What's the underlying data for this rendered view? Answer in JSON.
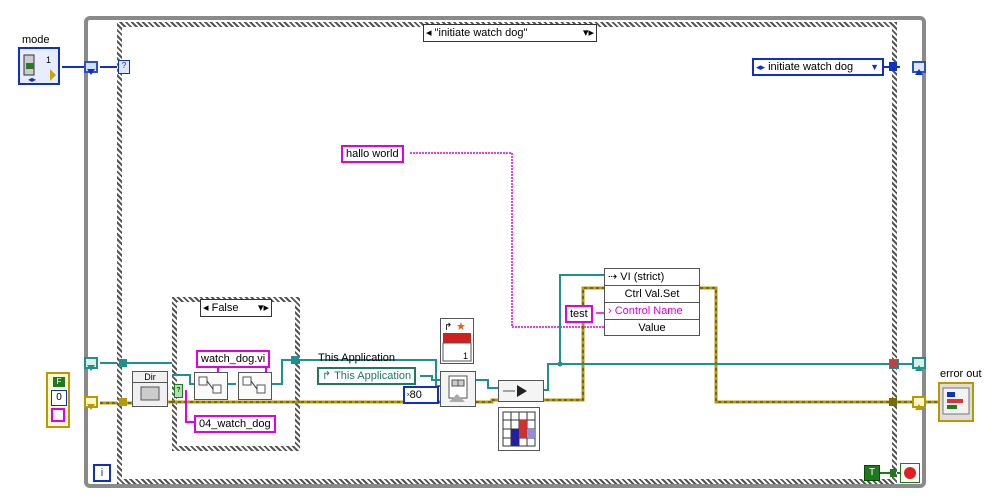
{
  "mode_label": "mode",
  "error_out_label": "error out",
  "case_selector": "\"initiate watch dog\"",
  "enum_constant": "initiate watch dog",
  "hallo_constant": "hallo world",
  "inner_case_selector": "False",
  "dir_label": "Dir",
  "watch_dog_vi": "watch_dog.vi",
  "watch_dog_04": "04_watch_dog",
  "this_application_label": "This Application",
  "this_application_node": "This Application",
  "x80_constant": "80",
  "mode_value": "1",
  "vi_strict": "VI (strict)",
  "ctrl_val_set": "Ctrl Val.Set",
  "control_name": "Control Name",
  "value_label": "Value",
  "test_constant": "test",
  "array_index": "1",
  "bool_f": "F",
  "bool_t": "T",
  "numeric_zero": "0",
  "info_i": "i",
  "colors": {
    "pink_wire": "#e000e0",
    "error_wire": "#c8a800",
    "ref_wire": "#1f8f8f",
    "enum_blue": "#1030c0"
  }
}
